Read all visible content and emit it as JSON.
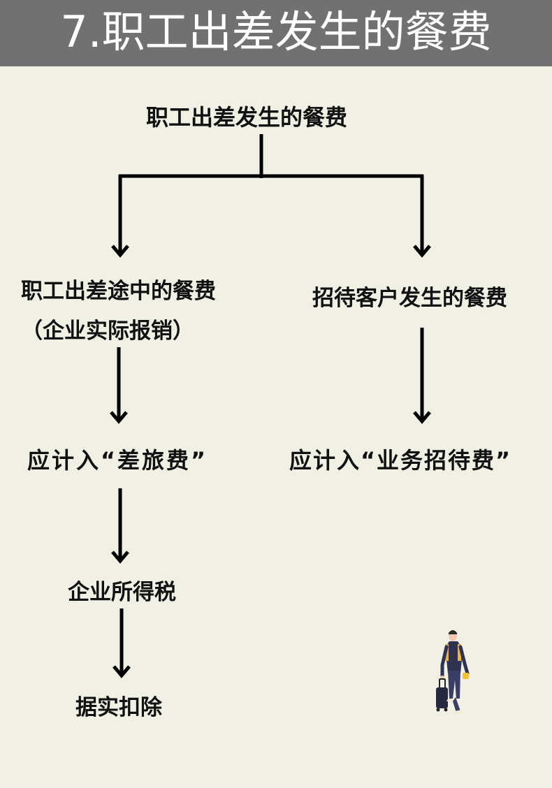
{
  "header": {
    "title": "7.职工出差发生的餐费",
    "background_color": "#717171",
    "text_color": "#ffffff"
  },
  "diagram": {
    "root": "职工出差发生的餐费",
    "left_branch": {
      "line1": "职工出差途中的餐费",
      "line2": "（企业实际报销）",
      "account": "应计入“差旅费”",
      "tax": "企业所得税",
      "treatment": "据实扣除"
    },
    "right_branch": {
      "title": "招待客户发生的餐费",
      "account": "应计入“业务招待费”"
    }
  },
  "illustration": {
    "icon": "traveler-with-suitcase-icon"
  },
  "colors": {
    "background": "#f1f0e4",
    "text": "#111111",
    "connector": "#000000"
  }
}
